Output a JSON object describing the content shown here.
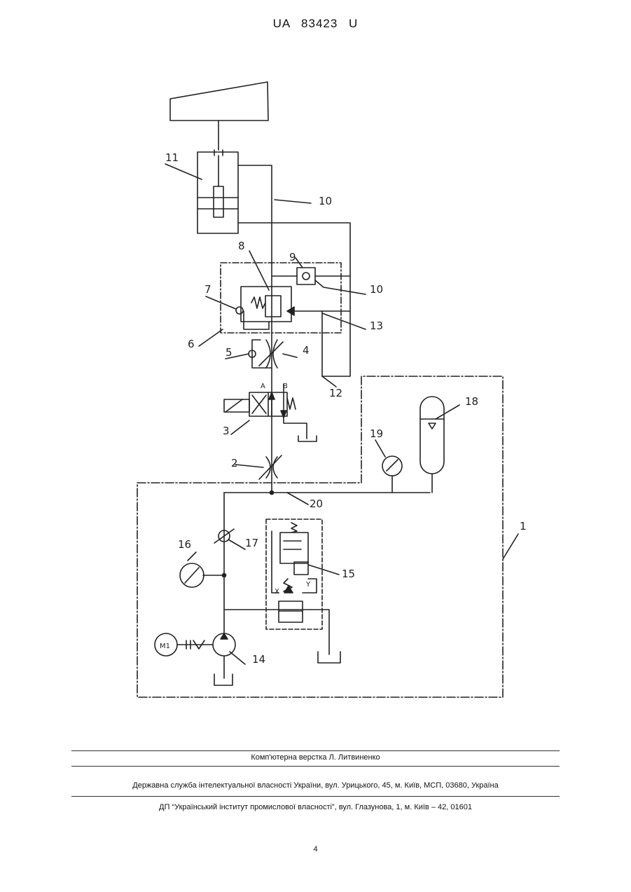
{
  "header": {
    "doc_number": "UA   83423   U"
  },
  "diagram": {
    "labels": {
      "l1": "1",
      "l2": "2",
      "l3": "3",
      "l4": "4",
      "l5": "5",
      "l6": "6",
      "l7": "7",
      "l8": "8",
      "l9": "9",
      "l10a": "10",
      "l10b": "10",
      "l11": "11",
      "l12": "12",
      "l13": "13",
      "l14": "14",
      "l15": "15",
      "l16": "16",
      "l17": "17",
      "l18": "18",
      "l19": "19",
      "l20": "20",
      "portA": "A",
      "portB": "B",
      "portX": "X",
      "portY": "Y",
      "motor": "M1"
    }
  },
  "footer": {
    "typeset": "Комп'ютерна верстка Л. Литвиненко",
    "office": "Державна служба інтелектуальної власності України, вул. Урицького, 45, м. Київ, МСП, 03680, Україна",
    "institute": "ДП “Український інститут промислової власності”, вул. Глазунова, 1, м. Київ – 42, 01601"
  },
  "page_number": "4"
}
